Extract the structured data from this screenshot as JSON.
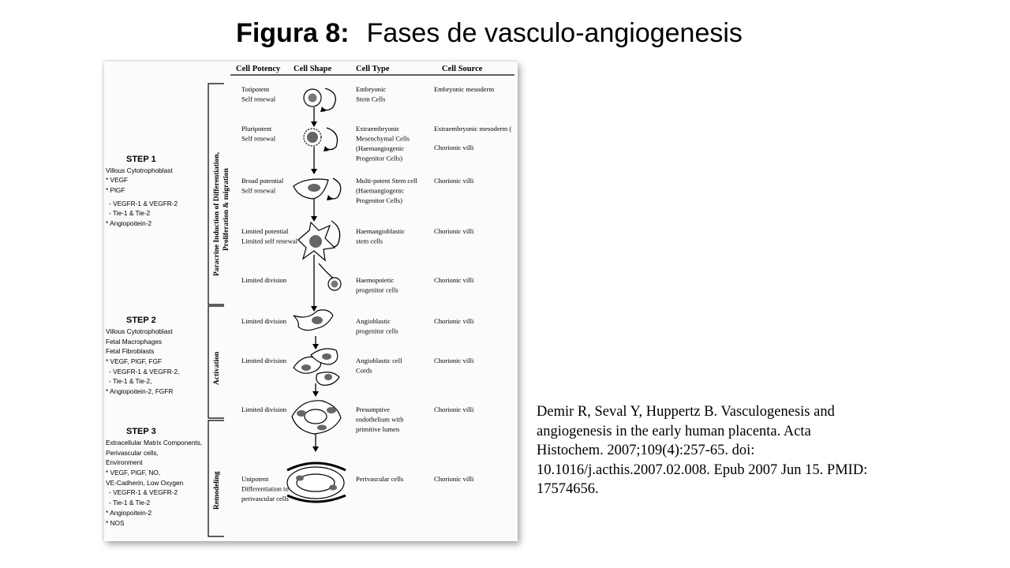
{
  "slide": {
    "title_bold": "Figura 8:",
    "title_rest": "Fases de vasculo-angiogenesis"
  },
  "diagram": {
    "headers": [
      "Cell Potency",
      "Cell Shape",
      "Cell Type",
      "Cell Source"
    ],
    "phases": [
      [
        "Paracrine Induction of Differentiation,",
        "Proliferation & migration"
      ],
      [
        "Activation"
      ],
      [
        "Remodeling"
      ]
    ],
    "steps": [
      {
        "title": "STEP 1",
        "items": [
          "Villous Cytotrophoblast",
          "* VEGF",
          "* PlGF",
          "  - VEGFR-1 & VEGFR-2",
          "  - Tie-1 & Tie-2",
          "* Angiopoitein-2"
        ]
      },
      {
        "title": "STEP 2",
        "items": [
          "Villous Cytotrophoblast",
          "Fetal Macrophages",
          "Fetal Fibroblasts",
          "* VEGF, PlGF, FGF",
          "  - VEGFR-1 & VEGFR-2,",
          "  - Tie-1 & Tie-2,",
          "* Angiopoitein-2, FGFR"
        ]
      },
      {
        "title": "STEP 3",
        "items": [
          "Extracellular Matrix Components,",
          "Perivascular cells,",
          "Environment",
          "* VEGF, PlGF, NO,",
          "VE-Cadherin, Low Oxygen",
          "  - VEGFR-1 & VEGFR-2",
          "  - Tie-1 & Tie-2",
          "* Angiopoitein-2",
          "* NOS"
        ]
      }
    ],
    "rows": [
      {
        "potency": [
          "Totipotent",
          "Self renewal"
        ],
        "type": [
          "Embryonic",
          "Stem Cells"
        ],
        "source": [
          "Embryonic mesoderm"
        ]
      },
      {
        "potency": [
          "Pluripotent",
          "Self renewal"
        ],
        "type": [
          "Extraembryonic",
          "Mesenchymal Cells",
          "(Haemangiogenic",
          "Progenitor Cells)"
        ],
        "source": [
          "Extraembryonic mesoderm (",
          "",
          "Chorionic villi"
        ]
      },
      {
        "potency": [
          "Broad potential",
          "Self renewal"
        ],
        "type": [
          "Multi-potent Stem cell",
          "(Haemangiogenic",
          "Progenitor Cells)"
        ],
        "source": [
          "Chorionic villi"
        ]
      },
      {
        "potency": [
          "Limited potential",
          "Limited self renewal"
        ],
        "type": [
          "Haemangioblastic",
          "stem cells"
        ],
        "source": [
          "Chorionic villi"
        ]
      },
      {
        "potency": [
          "Limited division"
        ],
        "type": [
          "Haemopoietic",
          "progenitor cells"
        ],
        "source": [
          "Chorionic villi"
        ]
      },
      {
        "potency": [
          "Limited division"
        ],
        "type": [
          "Angioblastic",
          "progenitor cells"
        ],
        "source": [
          "Chorionic villi"
        ]
      },
      {
        "potency": [
          "Limited division"
        ],
        "type": [
          "Angioblastic cell",
          "Cords"
        ],
        "source": [
          "Chorionic villi"
        ]
      },
      {
        "potency": [
          "Limited division"
        ],
        "type": [
          "Presumptive",
          "endothelium with",
          "primitive lumen"
        ],
        "source": [
          "Chorionic villi"
        ]
      },
      {
        "potency": [
          "Unipotent",
          "Differentiation to",
          "perivascular cells"
        ],
        "type": [
          "Perivascular cells"
        ],
        "source": [
          "Chorionic villi"
        ]
      }
    ]
  },
  "citation": {
    "lines": [
      "Demir R, Seval Y, Huppertz B. Vasculogenesis and",
      "angiogenesis  in the early human placenta. Acta",
      "Histochem.  2007;109(4):257-65. doi:",
      "10.1016/j.acthis.2007.02.008. Epub 2007 Jun 15. PMID:",
      "17574656."
    ]
  }
}
